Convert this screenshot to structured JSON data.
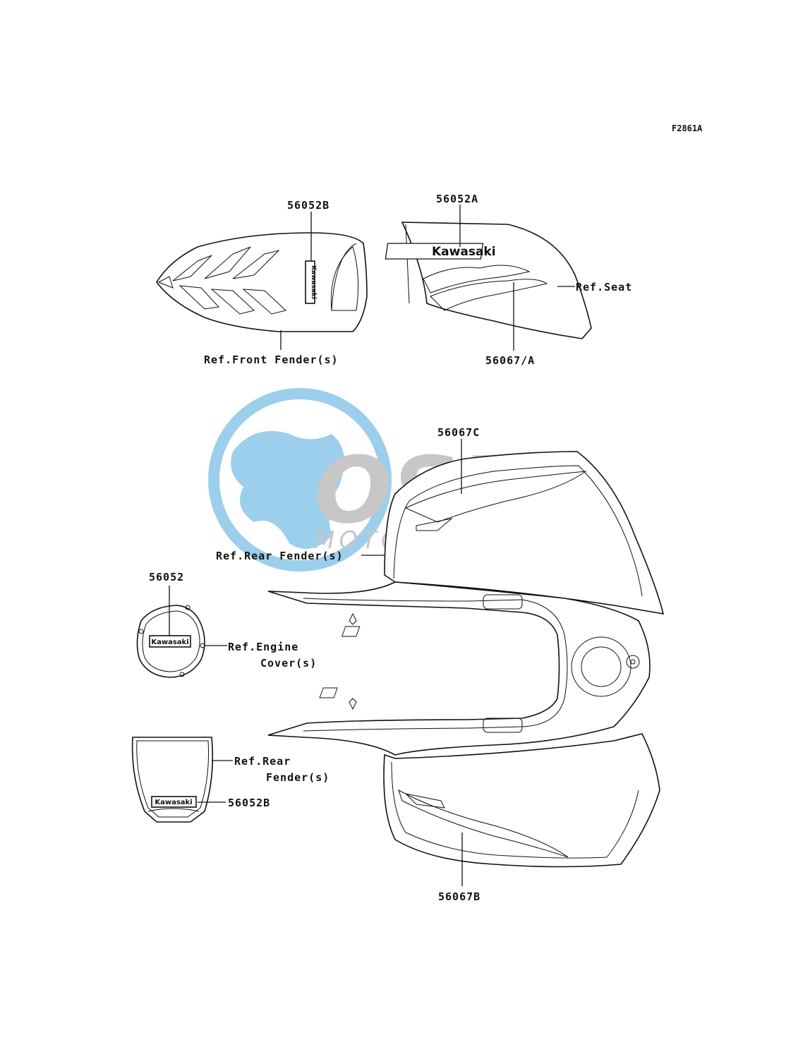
{
  "figure_code": "F2861A",
  "watermark": {
    "brand": "OSM",
    "tagline": "MOTORPARTS",
    "color_blue": "#4aa8dc",
    "color_gray": "#9a9a9a"
  },
  "decal_text": "Kawasaki",
  "callouts": {
    "front_decal": "56052B",
    "front_fender_ref": "Ref.Front Fender(s)",
    "seat_decal": "56052A",
    "seat_ref": "Ref.Seat",
    "seat_stripe": "56067/A",
    "rear_stripe_upper": "56067C",
    "rear_fender_ref": "Ref.Rear Fender(s)",
    "engine_decal": "56052",
    "engine_ref_line1": "Ref.Engine",
    "engine_ref_line2": "Cover(s)",
    "rear_ref_line1": "Ref.Rear",
    "rear_ref_line2": "Fender(s)",
    "rear_small_decal": "56052B",
    "rear_stripe_lower": "56067B"
  }
}
